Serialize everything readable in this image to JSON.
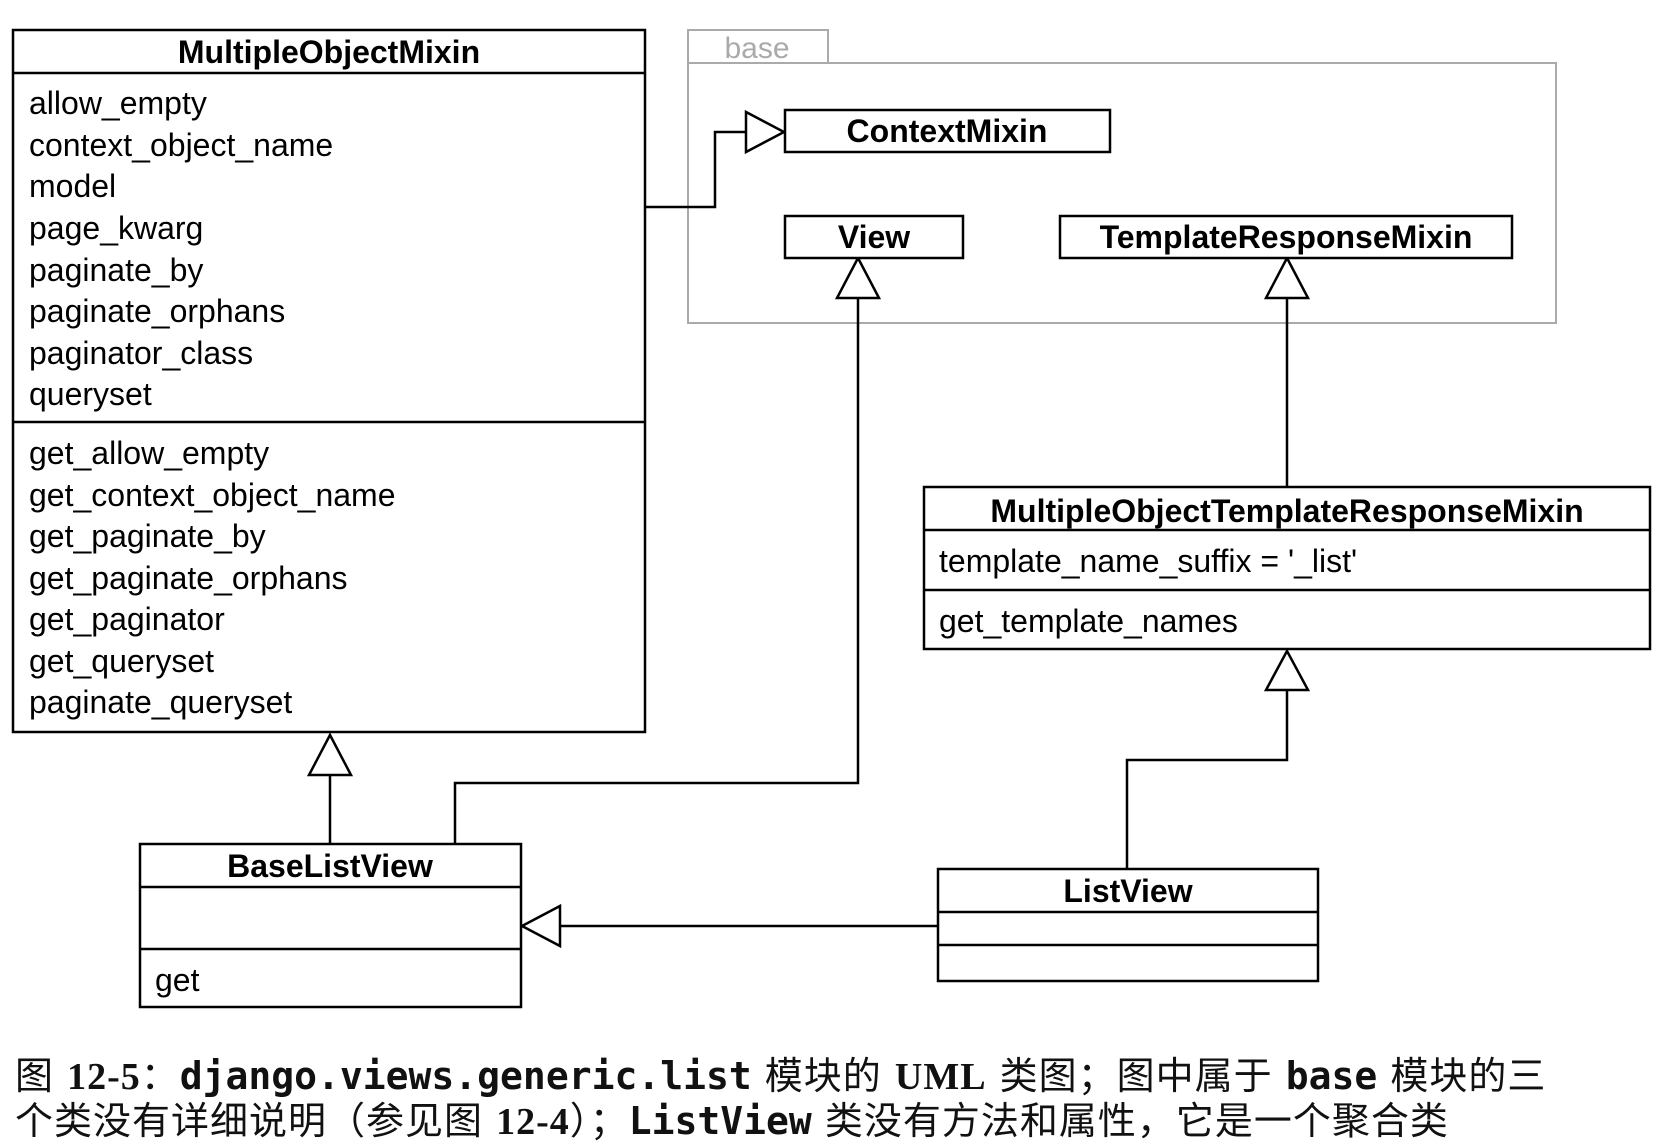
{
  "package_label": "base",
  "classes": {
    "multiple_object_mixin": {
      "name": "MultipleObjectMixin",
      "attributes": [
        "allow_empty",
        "context_object_name",
        "model",
        "page_kwarg",
        "paginate_by",
        "paginate_orphans",
        "paginator_class",
        "queryset"
      ],
      "methods": [
        "get_allow_empty",
        "get_context_object_name",
        "get_paginate_by",
        "get_paginate_orphans",
        "get_paginator",
        "get_queryset",
        "paginate_queryset"
      ]
    },
    "context_mixin": {
      "name": "ContextMixin"
    },
    "view": {
      "name": "View"
    },
    "template_response_mixin": {
      "name": "TemplateResponseMixin"
    },
    "multiple_object_template_response_mixin": {
      "name": "MultipleObjectTemplateResponseMixin",
      "attributes": [
        "template_name_suffix = '_list'"
      ],
      "methods": [
        "get_template_names"
      ]
    },
    "base_list_view": {
      "name": "BaseListView",
      "attributes": [],
      "methods": [
        "get"
      ]
    },
    "list_view": {
      "name": "ListView",
      "attributes": [],
      "methods": []
    }
  },
  "caption": {
    "fig_prefix": "图 ",
    "fig_number": "12-5",
    "colon": "：",
    "module": "django.views.generic.list",
    "text1": " 模块的 ",
    "uml": "UML",
    "text2": " 类图；图中属于 ",
    "base": "base",
    "text3": " 模块的三",
    "line2_text1": "个类没有详细说明（参见图 ",
    "fig_ref": "12-4",
    "line2_text2": "）；",
    "listview": "ListView",
    "line2_text3": " 类没有方法和属性，它是一个聚合类"
  }
}
